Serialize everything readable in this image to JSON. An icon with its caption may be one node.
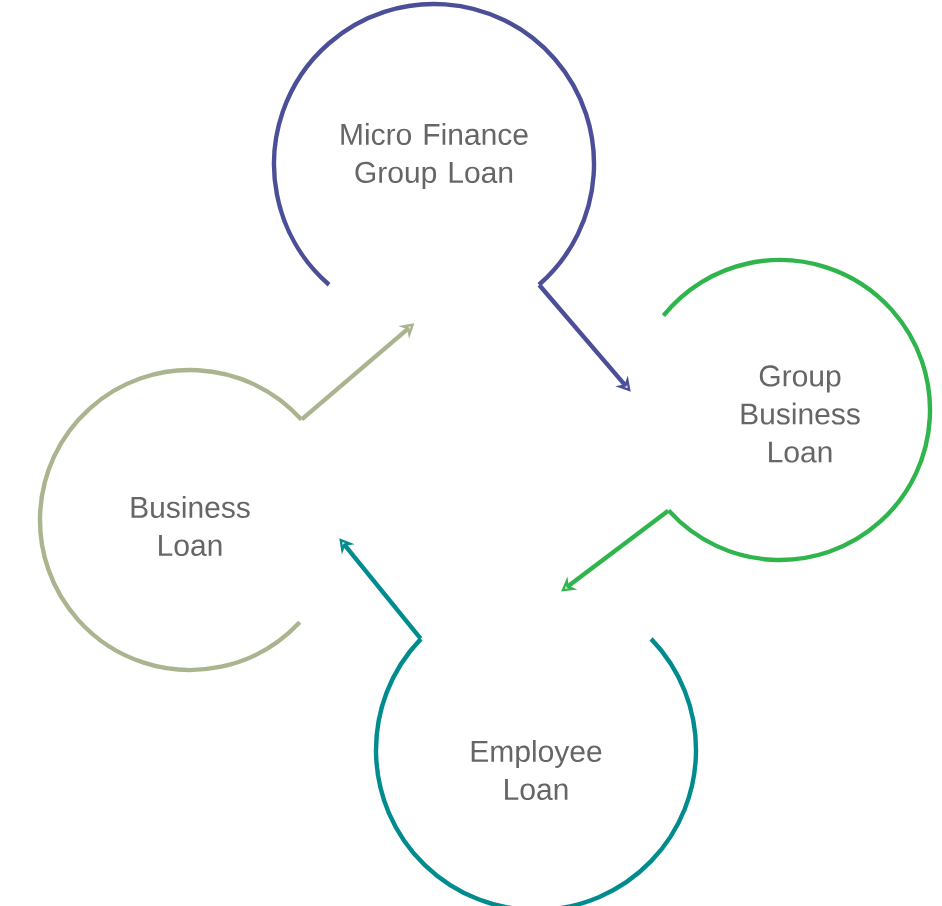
{
  "diagram": {
    "nodes": [
      {
        "text": [
          "Micro Finance Group Loan"
        ]
      },
      {
        "text": [
          "Group Business Loan"
        ]
      },
      {
        "text": [
          "Employee Loan"
        ]
      },
      {
        "text": [
          "Business Loan"
        ]
      }
    ],
    "edges": [
      {
        "from": 0,
        "to": 1,
        "arrow": "to",
        "color": "#4b4f98"
      },
      {
        "from": 1,
        "to": 2,
        "arrow": "to",
        "color": "#2fb54c"
      },
      {
        "from": 2,
        "to": 3,
        "arrow": "to",
        "color": "#008c8e"
      },
      {
        "from": 3,
        "to": 0,
        "arrow": "to",
        "color": "#aab58f"
      }
    ]
  }
}
